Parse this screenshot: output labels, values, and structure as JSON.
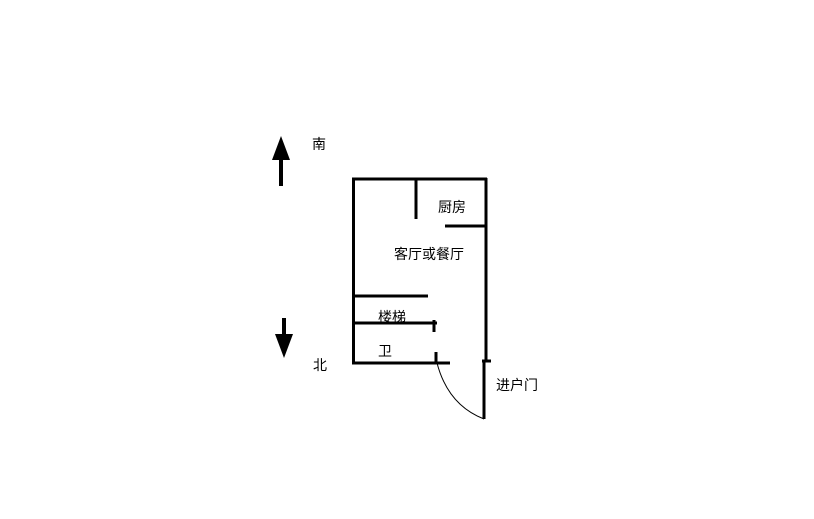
{
  "compass": {
    "south": "南",
    "north": "北"
  },
  "rooms": {
    "kitchen": "厨房",
    "living_dining": "客厅或餐厅",
    "stairs": "楼梯",
    "bathroom": "卫"
  },
  "entrance": {
    "label": "进户门"
  },
  "colors": {
    "wall": "#000000",
    "background": "#ffffff"
  }
}
